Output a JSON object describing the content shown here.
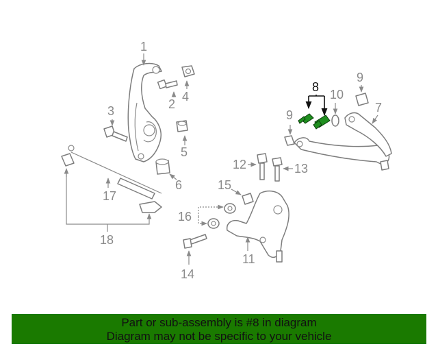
{
  "callouts": {
    "c1": "1",
    "c2": "2",
    "c3": "3",
    "c4": "4",
    "c5": "5",
    "c6": "6",
    "c7": "7",
    "c8": "8",
    "c9a": "9",
    "c9b": "9",
    "c10": "10",
    "c11": "11",
    "c12": "12",
    "c13": "13",
    "c14": "14",
    "c15": "15",
    "c16": "16",
    "c17": "17",
    "c18": "18"
  },
  "highlight_color": "#1f8f1f",
  "banner": {
    "line1": "Part or sub-assembly is #8 in diagram",
    "line2": "Diagram may not be specific to your vehicle",
    "background": "#1a7a00"
  }
}
